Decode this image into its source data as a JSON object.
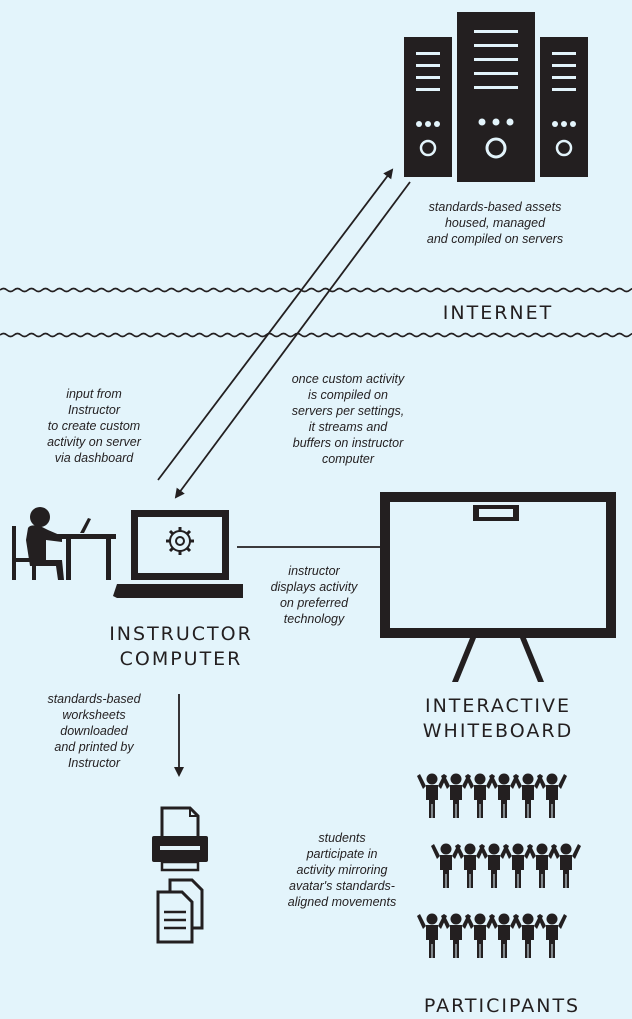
{
  "colors": {
    "background": "#e3f4fb",
    "ink": "#231f20"
  },
  "icons": [
    "server-rack-icon",
    "person-at-desk-icon",
    "laptop-gear-icon",
    "whiteboard-icon",
    "printer-icon",
    "documents-icon",
    "students-group-icon"
  ],
  "servers": {
    "caption_lines": [
      "standards-based assets",
      "housed, managed",
      "and compiled on servers"
    ]
  },
  "internet": {
    "label": "INTERNET"
  },
  "input_note": {
    "lines": [
      "input from",
      "Instructor",
      "to create custom",
      "activity on server",
      "via dashboard"
    ]
  },
  "stream_note": {
    "lines": [
      "once custom activity",
      "is compiled on",
      "servers per settings,",
      "it streams and",
      "buffers on instructor",
      "computer"
    ]
  },
  "display_note": {
    "lines": [
      "instructor",
      "displays activity",
      "on preferred",
      "technology"
    ]
  },
  "computer": {
    "label_lines": [
      "INSTRUCTOR",
      "COMPUTER"
    ]
  },
  "whiteboard": {
    "label_lines": [
      "INTERACTIVE",
      "WHITEBOARD"
    ]
  },
  "worksheets_note": {
    "lines": [
      "standards-based",
      "worksheets",
      "downloaded",
      "and printed by",
      "Instructor"
    ]
  },
  "students_note": {
    "lines": [
      "students",
      "participate in",
      "activity mirroring",
      "avatar's standards-",
      "aligned movements"
    ]
  },
  "participants": {
    "label": "PARTICIPANTS"
  }
}
